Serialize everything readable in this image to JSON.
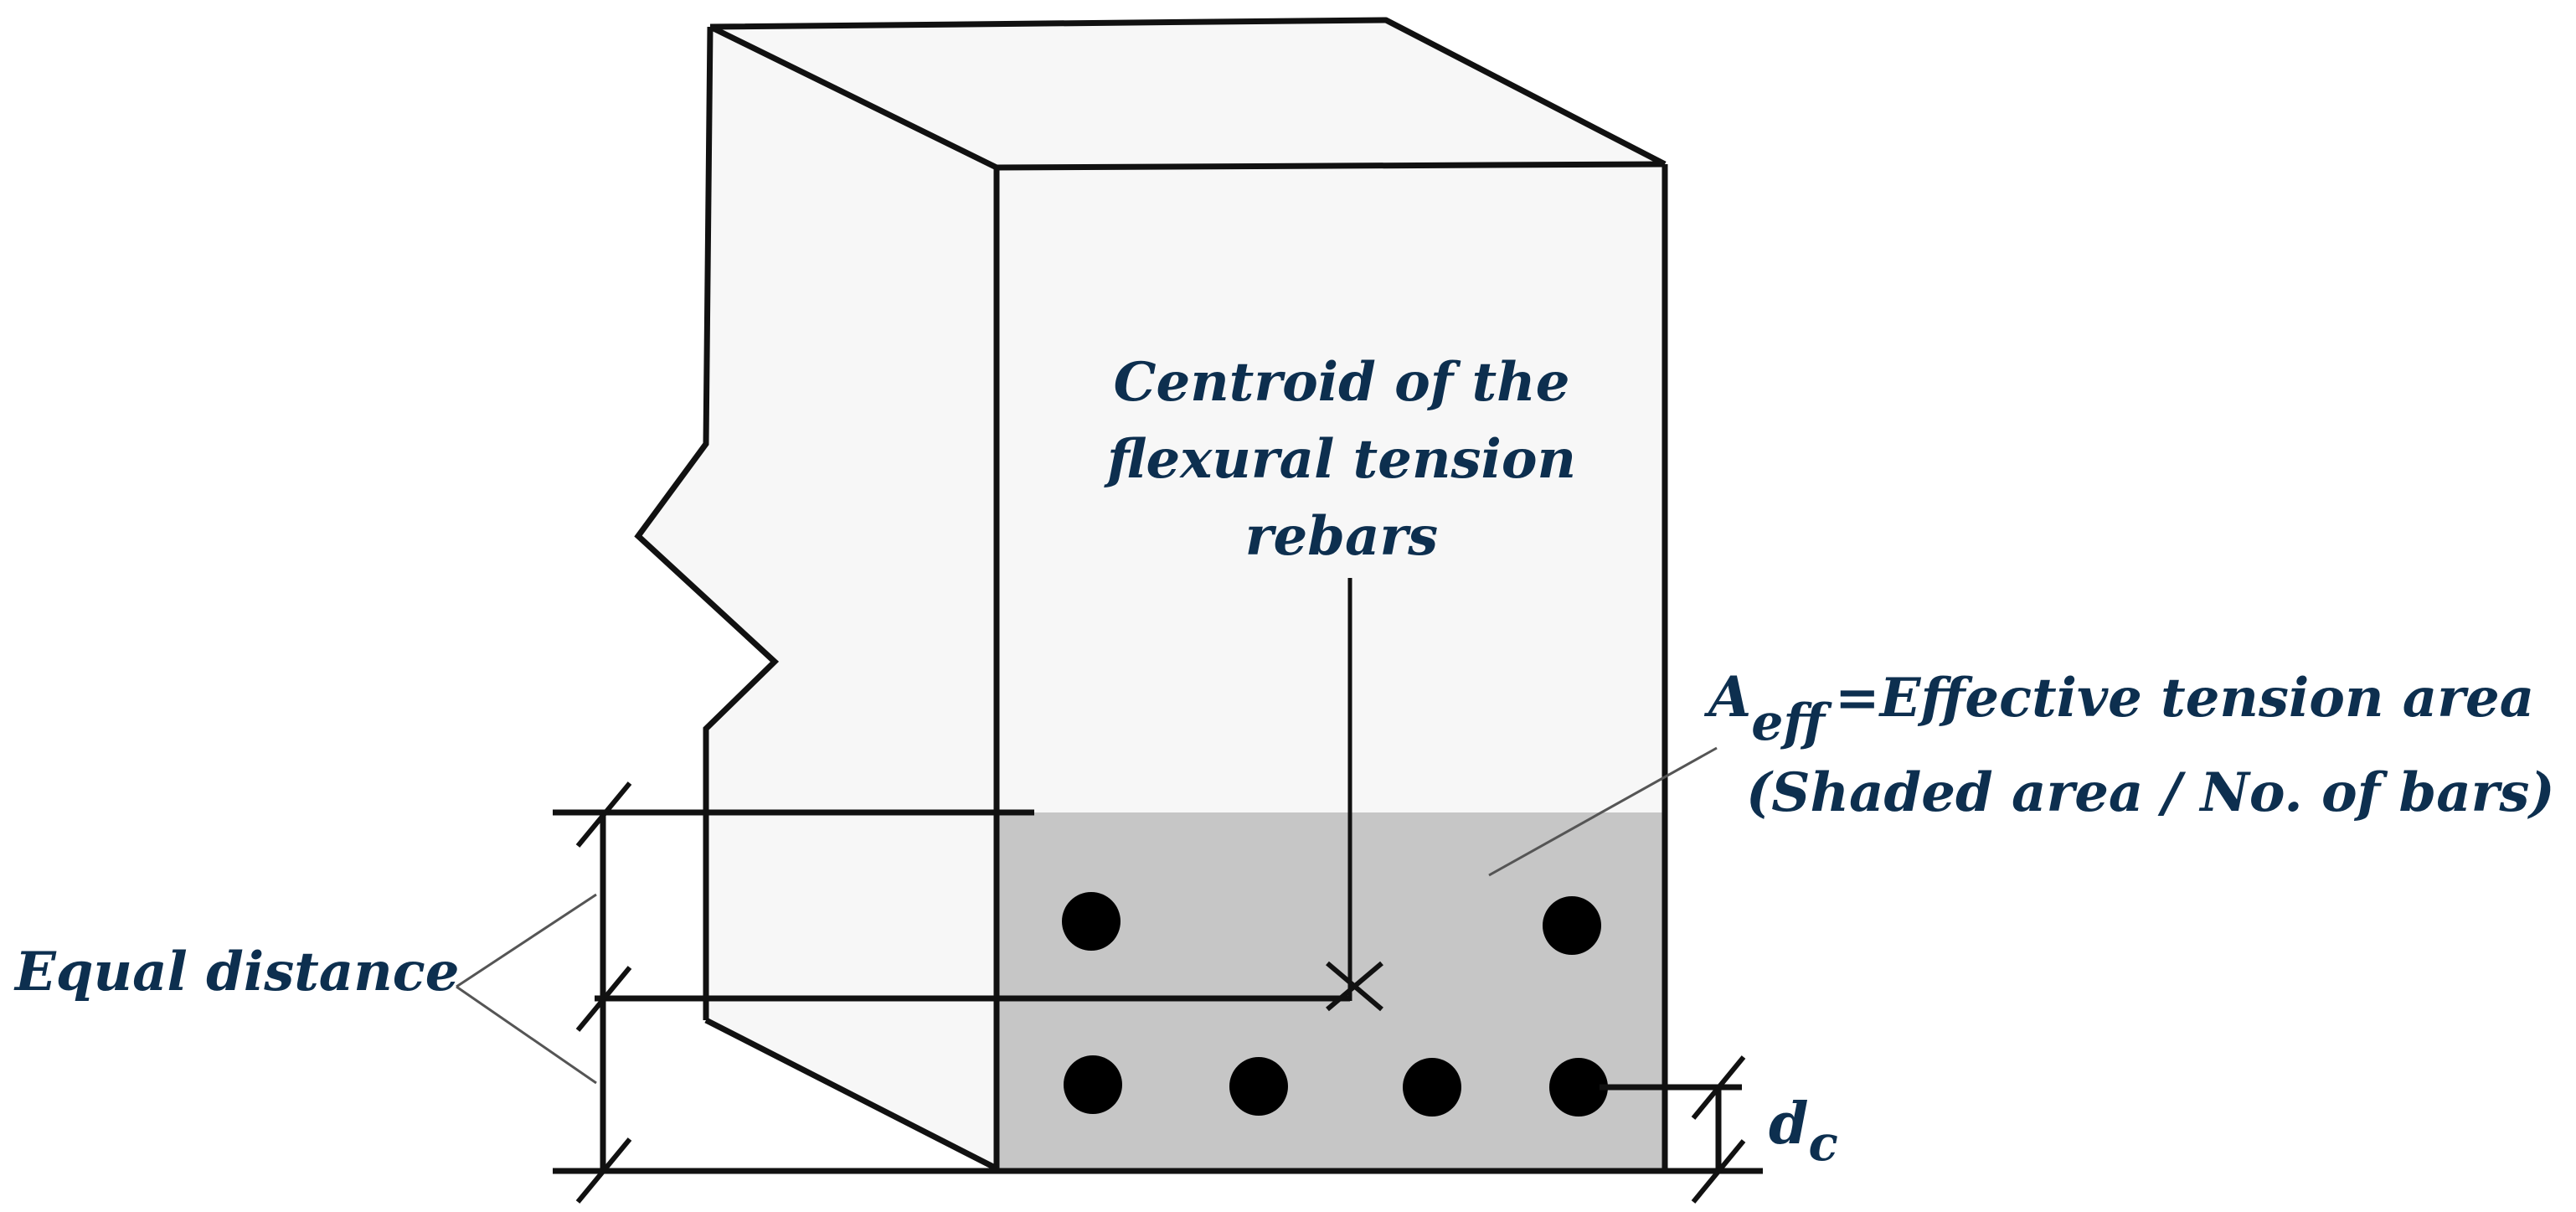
{
  "labels": {
    "centroid_line1": "Centroid of the",
    "centroid_line2": "flexural tension",
    "centroid_line3": "rebars",
    "aeff_symbol": "A",
    "aeff_subscript": "eff",
    "aeff_text": "=Effective tension area",
    "aeff_note": "(Shaded area / No. of bars)",
    "equal_distance": "Equal distance",
    "dc_symbol": "d",
    "dc_subscript": "c"
  },
  "colors": {
    "stroke": "#111111",
    "beam_face": "#f7f7f7",
    "shaded_area": "#c6c6c6",
    "rebar": "#000000",
    "label_blue": "#0d2f4f",
    "leader": "#555555"
  }
}
